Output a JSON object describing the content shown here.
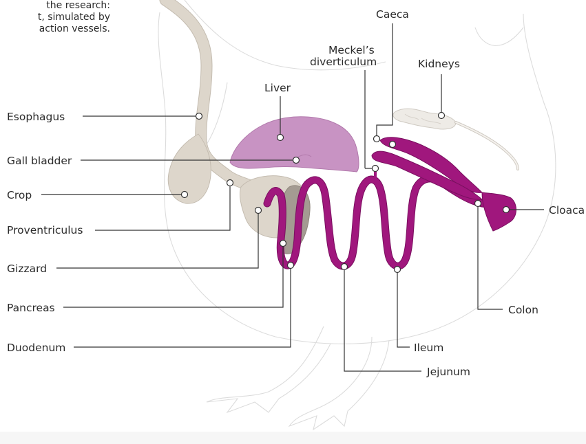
{
  "caption": "the research:\nt, simulated by\naction vessels.",
  "labels": {
    "esophagus": "Esophagus",
    "gall_bladder": "Gall bladder",
    "crop": "Crop",
    "proventriculus": "Proventriculus",
    "gizzard": "Gizzard",
    "pancreas": "Pancreas",
    "duodenum": "Duodenum",
    "liver": "Liver",
    "meckels_line1": "Meckel’s",
    "meckels_line2": "diverticulum",
    "caeca": "Caeca",
    "kidneys": "Kidneys",
    "cloaca": "Cloaca",
    "colon": "Colon",
    "ileum": "Ileum",
    "jejunum": "Jejunum"
  },
  "colors": {
    "intestine": "#a0177d",
    "liver": "#c893c3",
    "digestive_upper": "#ddd6cb",
    "gizzard_dark": "#a49b92",
    "kidney": "#eeebe6",
    "silhouette": "#dcdcdc"
  }
}
